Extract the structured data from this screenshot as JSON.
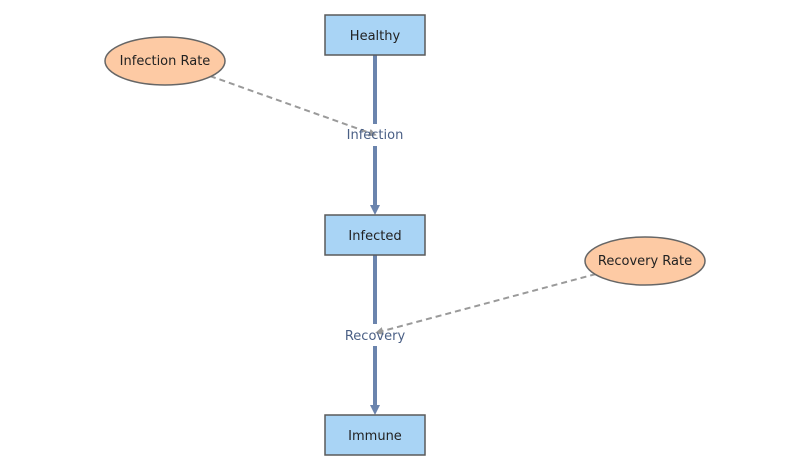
{
  "diagram": {
    "stocks": {
      "healthy": "Healthy",
      "infected": "Infected",
      "immune": "Immune"
    },
    "flows": {
      "infection": "Infection",
      "recovery": "Recovery"
    },
    "auxiliaries": {
      "infection_rate": "Infection Rate",
      "recovery_rate": "Recovery Rate"
    },
    "colors": {
      "stock_fill": "#a9d4f5",
      "stock_stroke": "#5a5a5a",
      "aux_fill": "#fdcaa4",
      "aux_stroke": "#666666",
      "flow_stroke": "#6b84ad",
      "link_stroke": "#9a9a9a",
      "flow_label": "#4a5f85"
    }
  }
}
